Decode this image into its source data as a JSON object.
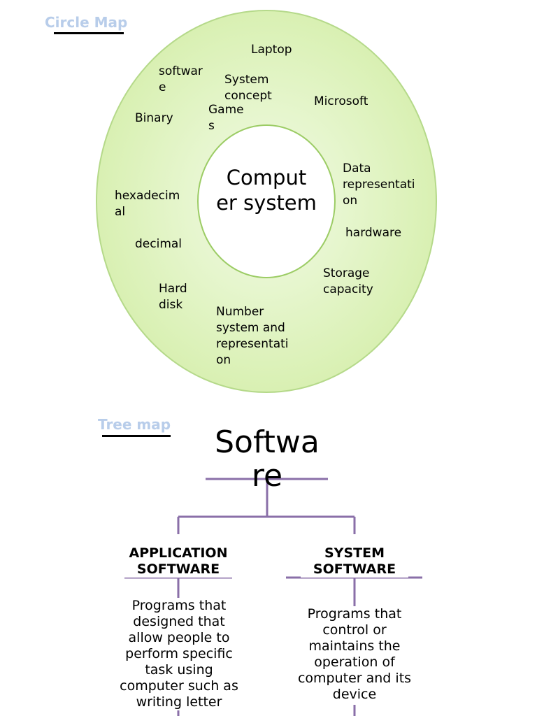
{
  "circle_map": {
    "section_title": "Circle Map",
    "center": "Comput er system",
    "items": [
      "Laptop",
      "softwar e",
      "System concept",
      "Microsoft",
      "Binary",
      "Game s",
      "Data representati on",
      "hexadecim al",
      "hardware",
      "decimal",
      "Storage capacity",
      "Hard disk",
      "Number system and representati on"
    ]
  },
  "tree_map": {
    "section_title": "Tree map",
    "root": "Softwa re",
    "branches": [
      {
        "heading": "APPLICATION SOFTWARE",
        "description": "Programs that designed that allow people to perform specific task using computer such as writing letter"
      },
      {
        "heading": "SYSTEM SOFTWARE",
        "description": "Programs that control or maintains the operation of computer and its device"
      }
    ]
  },
  "colors": {
    "outer_fill_light": "#f2fbe6",
    "outer_fill_dark": "#d6efad",
    "outer_stroke": "#b5d98a",
    "inner_stroke": "#9ccc65",
    "tree_lines": "#8a6fa8",
    "section_title": "#b8cdea"
  }
}
